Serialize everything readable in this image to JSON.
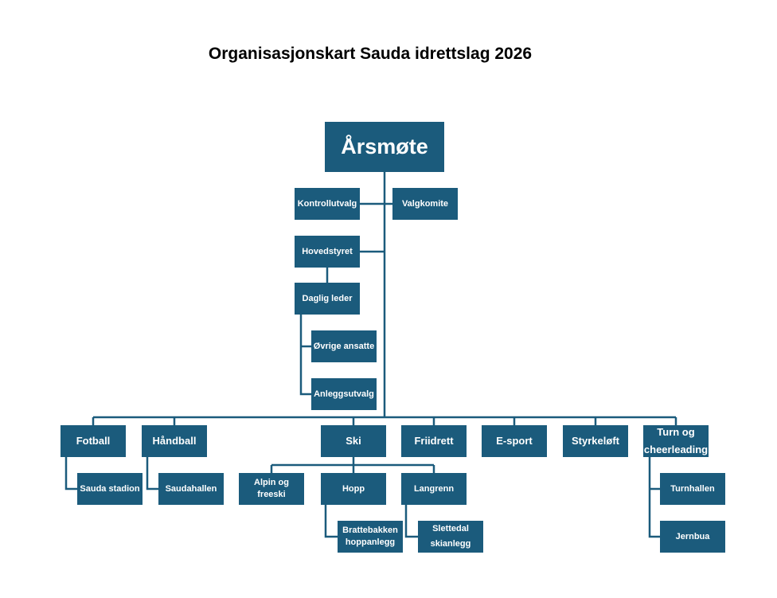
{
  "title": "Organisasjonskart Sauda idrettslag 2026",
  "colors": {
    "box": "#1b5b7c",
    "line": "#1b5b7c"
  },
  "nodes": {
    "arsmote": "Årsmøte",
    "kontrollutvalg": "Kontrollutvalg",
    "valgkomite": "Valgkomite",
    "hovedstyret": "Hovedstyret",
    "daglig_leder": "Daglig leder",
    "ovrige_ansatte": "Øvrige ansatte",
    "anleggsutvalg": "Anleggsutvalg",
    "fotball": "Fotball",
    "sauda_stadion": "Sauda stadion",
    "handball": "Håndball",
    "saudahallen": "Saudahallen",
    "ski": "Ski",
    "alpin": "Alpin og freeski",
    "hopp": "Hopp",
    "brattebakken": "Brattebakken hoppanlegg",
    "langrenn": "Langrenn",
    "slettedal": "Slettedal skianlegg",
    "friidrett": "Friidrett",
    "esport": "E-sport",
    "styrkeloft": "Styrkeløft",
    "turn": "Turn og cheerleading",
    "turnhallen": "Turnhallen",
    "jernbua": "Jernbua"
  }
}
